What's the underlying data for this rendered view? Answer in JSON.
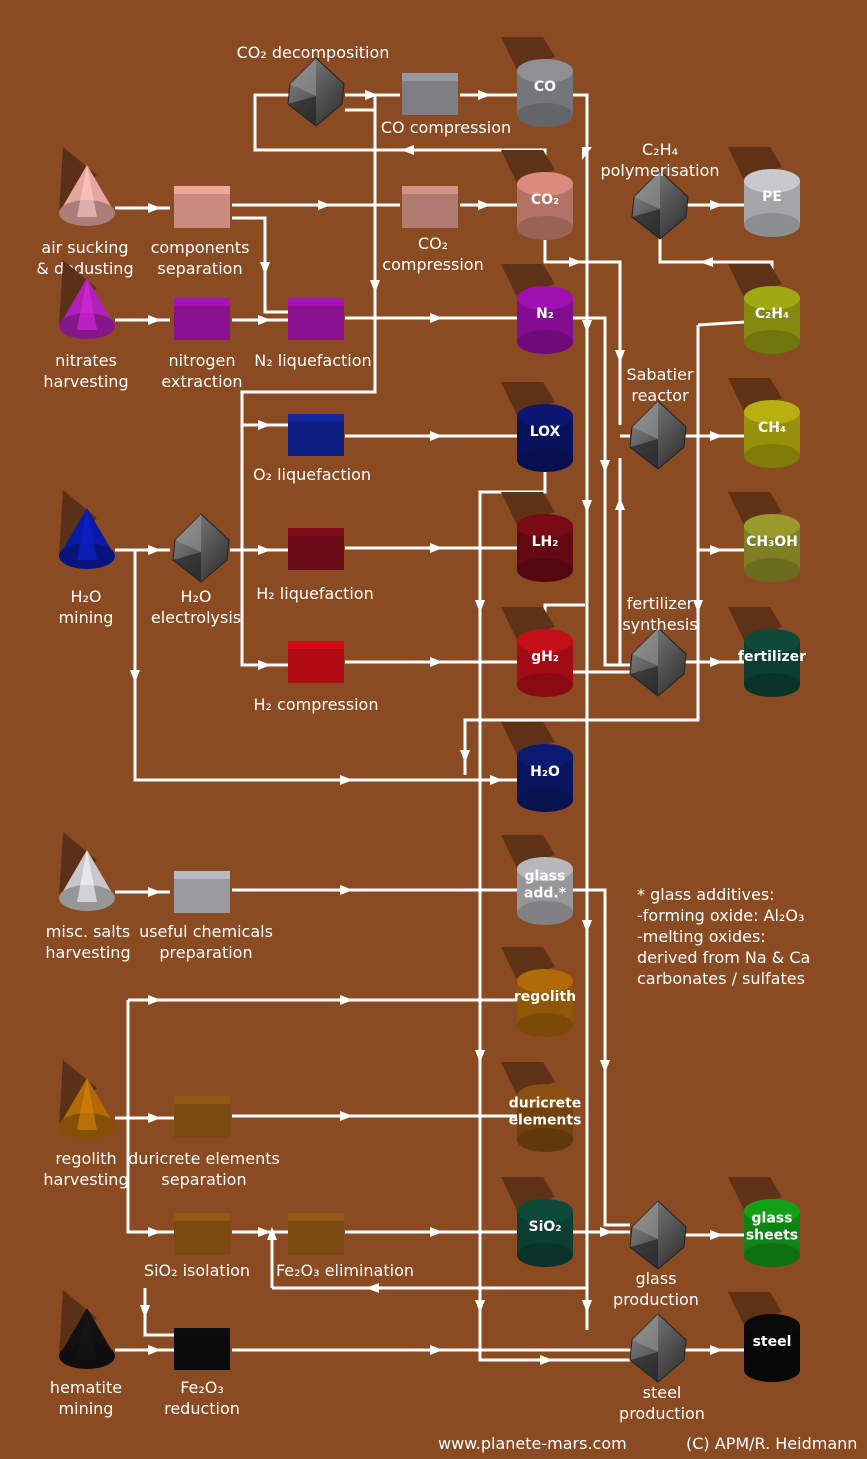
{
  "processes": [
    {
      "id": "co2-decomposition",
      "text": [
        "CO₂ decomposition"
      ]
    },
    {
      "id": "co-compression",
      "text": [
        "CO compression"
      ]
    },
    {
      "id": "c2h4-polymerisation",
      "text": [
        "C₂H₄",
        "polymerisation"
      ]
    },
    {
      "id": "air-sucking",
      "text": [
        "air sucking",
        "& dedusting"
      ]
    },
    {
      "id": "components-separation",
      "text": [
        "components",
        "separation"
      ]
    },
    {
      "id": "co2-compression",
      "text": [
        "CO₂",
        "compression"
      ]
    },
    {
      "id": "nitrates-harvesting",
      "text": [
        "nitrates",
        "harvesting"
      ]
    },
    {
      "id": "nitrogen-extraction",
      "text": [
        "nitrogen",
        "extraction"
      ]
    },
    {
      "id": "n2-liquefaction",
      "text": [
        "N₂ liquefaction"
      ]
    },
    {
      "id": "sabatier-reactor",
      "text": [
        "Sabatier",
        "reactor"
      ]
    },
    {
      "id": "o2-liquefaction",
      "text": [
        "O₂ liquefaction"
      ]
    },
    {
      "id": "h2o-mining",
      "text": [
        "H₂O",
        "mining"
      ]
    },
    {
      "id": "h2o-electrolysis",
      "text": [
        "H₂O",
        "electrolysis"
      ]
    },
    {
      "id": "h2-liquefaction",
      "text": [
        "H₂ liquefaction"
      ]
    },
    {
      "id": "fertilizer-synthesis",
      "text": [
        "fertilizer",
        "synthesis"
      ]
    },
    {
      "id": "h2-compression",
      "text": [
        "H₂ compression"
      ]
    },
    {
      "id": "misc-salts-harvesting",
      "text": [
        "misc. salts",
        "harvesting"
      ]
    },
    {
      "id": "useful-chemicals",
      "text": [
        "useful chemicals",
        "preparation"
      ]
    },
    {
      "id": "regolith-harvesting",
      "text": [
        "regolith",
        "harvesting"
      ]
    },
    {
      "id": "duricrete-separation",
      "text": [
        "duricrete elements",
        "separation"
      ]
    },
    {
      "id": "sio2-isolation",
      "text": [
        "SiO₂ isolation"
      ]
    },
    {
      "id": "fe2o3-elimination",
      "text": [
        "Fe₂O₃ elimination"
      ]
    },
    {
      "id": "glass-production",
      "text": [
        "glass",
        "production"
      ]
    },
    {
      "id": "hematite-mining",
      "text": [
        "hematite",
        "mining"
      ]
    },
    {
      "id": "fe2o3-reduction",
      "text": [
        "Fe₂O₃",
        "reduction"
      ]
    },
    {
      "id": "steel-production",
      "text": [
        "steel",
        "production"
      ]
    }
  ],
  "products": [
    {
      "id": "co",
      "text": [
        "CO"
      ],
      "color": "#8e9096"
    },
    {
      "id": "co2",
      "text": [
        "CO₂"
      ],
      "color": "#d98c7c"
    },
    {
      "id": "pe",
      "text": [
        "PE"
      ],
      "color": "#c7c9cc"
    },
    {
      "id": "n2",
      "text": [
        "N₂"
      ],
      "color": "#a010b0"
    },
    {
      "id": "c2h4",
      "text": [
        "C₂H₄"
      ],
      "color": "#a0a812"
    },
    {
      "id": "lox",
      "text": [
        "LOX"
      ],
      "color": "#0a1670"
    },
    {
      "id": "ch4",
      "text": [
        "CH₄"
      ],
      "color": "#b8b010"
    },
    {
      "id": "lh2",
      "text": [
        "LH₂"
      ],
      "color": "#7a0a16"
    },
    {
      "id": "ch3oh",
      "text": [
        "CH₃OH"
      ],
      "color": "#9a9a2a"
    },
    {
      "id": "gh2",
      "text": [
        "gH₂"
      ],
      "color": "#c40e18"
    },
    {
      "id": "fertilizer",
      "text": [
        "fertilizer"
      ],
      "color": "#0e4a3a"
    },
    {
      "id": "h2o",
      "text": [
        "H₂O"
      ],
      "color": "#0a1a70"
    },
    {
      "id": "glass-add",
      "text": [
        "glass",
        "add.*"
      ],
      "color": "#b8b8bc"
    },
    {
      "id": "regolith",
      "text": [
        "regolith"
      ],
      "color": "#b06a08"
    },
    {
      "id": "duricrete",
      "text": [
        "duricrete",
        "elements"
      ],
      "color": "#8a5010"
    },
    {
      "id": "sio2",
      "text": [
        "SiO₂"
      ],
      "color": "#0e4a3a"
    },
    {
      "id": "glass-sheets",
      "text": [
        "glass",
        "sheets"
      ],
      "color": "#12a018"
    },
    {
      "id": "steel",
      "text": [
        "steel"
      ],
      "color": "#0a0a0a"
    }
  ],
  "footnote": [
    "*  glass additives:",
    "-forming oxide: Al₂O₃",
    "-melting oxides:",
    "derived from Na & Ca",
    "carbonates / sulfates"
  ],
  "footer": {
    "website": "www.planete-mars.com",
    "credit": "(C) APM/R. Heidmann"
  },
  "colors": {
    "background": "#8a4a22",
    "line": "#ffffff",
    "octahedron": "#3e3e3e"
  }
}
